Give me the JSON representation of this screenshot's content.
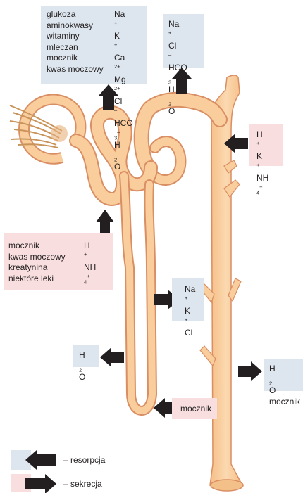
{
  "colors": {
    "reabsorption_box": "#dde6ee",
    "secretion_box": "#f8dede",
    "tubule_fill": "#f9cd9c",
    "tubule_outline": "#d98e63",
    "arrow": "#231f20"
  },
  "filtrate_box": {
    "left_column": [
      "glukoza",
      "aminokwasy",
      "witaminy",
      "mleczan",
      "mocznik",
      "kwas moczowy"
    ],
    "right_column": [
      {
        "base": "Na",
        "sup": "+",
        "sub": ""
      },
      {
        "base": "K",
        "sup": "+",
        "sub": ""
      },
      {
        "base": "Ca",
        "sup": "2+",
        "sub": ""
      },
      {
        "base": "Mg",
        "sup": "2+",
        "sub": ""
      },
      {
        "base": "Cl",
        "sup": "–",
        "sub": ""
      },
      {
        "base": "HCO",
        "sup": "–",
        "sub": "3"
      },
      {
        "base": "H",
        "sup": "",
        "sub": "2",
        "tail": "O"
      }
    ]
  },
  "distal_reabsorption_box": {
    "items": [
      {
        "base": "Na",
        "sup": "+",
        "sub": ""
      },
      {
        "base": "Cl",
        "sup": "–",
        "sub": ""
      },
      {
        "base": "HCO",
        "sup": "–",
        "sub": "3"
      },
      {
        "base": "H",
        "sup": "",
        "sub": "2",
        "tail": "O"
      }
    ]
  },
  "collecting_secretion_box": {
    "items": [
      {
        "base": "H",
        "sup": "+",
        "sub": ""
      },
      {
        "base": "K",
        "sup": "+",
        "sub": ""
      },
      {
        "base": "NH",
        "sup": "+",
        "sub": "4"
      }
    ]
  },
  "proximal_secretion_box": {
    "left_column": [
      "mocznik",
      "kwas moczowy",
      "kreatynina",
      "niektóre leki"
    ],
    "right_column": [
      {
        "base": "H",
        "sup": "+",
        "sub": ""
      },
      {
        "base": "NH",
        "sup": "+",
        "sub": "4"
      }
    ]
  },
  "ascending_loop_box": {
    "items": [
      {
        "base": "Na",
        "sup": "+",
        "sub": ""
      },
      {
        "base": "K",
        "sup": "+",
        "sub": ""
      },
      {
        "base": "Cl",
        "sup": "–",
        "sub": ""
      }
    ]
  },
  "descending_loop_box": {
    "items": [
      {
        "base": "H",
        "sup": "",
        "sub": "2",
        "tail": "O"
      }
    ]
  },
  "collecting_duct_box": {
    "items": [
      {
        "base": "H",
        "sup": "",
        "sub": "2",
        "tail": "O"
      },
      {
        "base": "mocznik",
        "sup": "",
        "sub": ""
      }
    ]
  },
  "loop_secretion_box": {
    "items": [
      {
        "base": "mocznik",
        "sup": "",
        "sub": ""
      }
    ]
  },
  "legend": {
    "reabsorption": "– resorpcja",
    "secretion": "– sekrecja"
  }
}
